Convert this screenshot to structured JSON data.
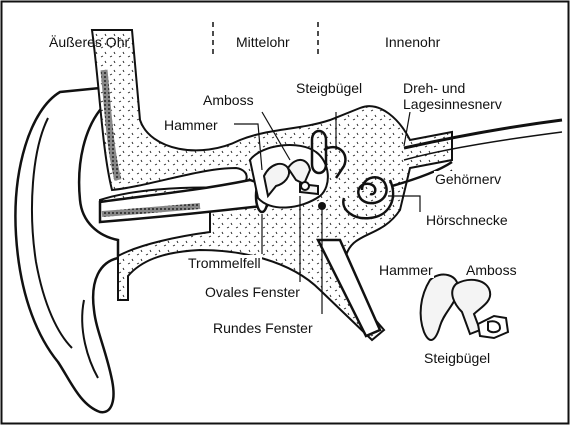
{
  "regions": {
    "outer_ear": "Äußeres Ohr",
    "middle_ear": "Mittelohr",
    "inner_ear": "Innenohr"
  },
  "labels": {
    "anvil": "Amboss",
    "stirrup": "Steigbügel",
    "vestibular_nerve_line1": "Dreh- und",
    "vestibular_nerve_line2": "Lagesinnesnerv",
    "hammer": "Hammer",
    "auditory_nerve": "Gehörnerv",
    "cochlea": "Hörschnecke",
    "eardrum": "Trommelfell",
    "oval_window": "Ovales Fenster",
    "round_window": "Rundes Fenster"
  },
  "ossicle_detail": {
    "hammer": "Hammer",
    "anvil": "Amboss",
    "stirrup": "Steigbügel"
  },
  "colors": {
    "ink": "#111111",
    "paper": "#ffffff",
    "bone": "#f4f4f4"
  }
}
